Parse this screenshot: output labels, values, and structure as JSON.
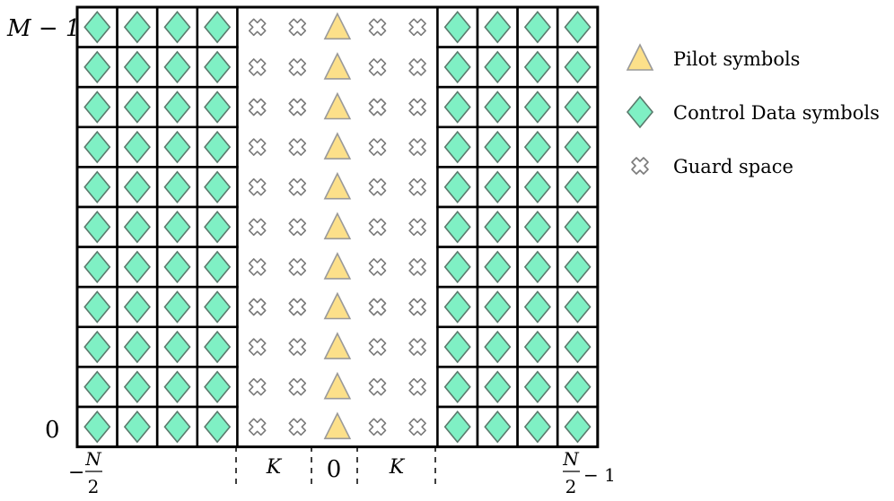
{
  "grid": {
    "rows": 11,
    "columns": [
      "data",
      "data",
      "data",
      "data",
      "guard",
      "guard",
      "pilot",
      "guard",
      "guard",
      "data",
      "data",
      "data",
      "data"
    ]
  },
  "axis": {
    "y_top": "M − 1",
    "y_bottom": "0",
    "x_left_prefix": "−",
    "x_left_num": "N",
    "x_left_den": "2",
    "x_guard_left": "K",
    "x_center": "0",
    "x_guard_right": "K",
    "x_right_num": "N",
    "x_right_den": "2",
    "x_right_suffix": "− 1"
  },
  "legend": {
    "pilot": "Pilot symbols",
    "data": "Control Data symbols",
    "guard": "Guard space"
  },
  "colors": {
    "pilot_fill": "#fce08a",
    "pilot_stroke": "#9a9a9a",
    "data_fill": "#7ff0c4",
    "data_stroke": "#5a7a6c",
    "guard_stroke": "#7a7a7a",
    "grid_stroke": "#000000"
  }
}
